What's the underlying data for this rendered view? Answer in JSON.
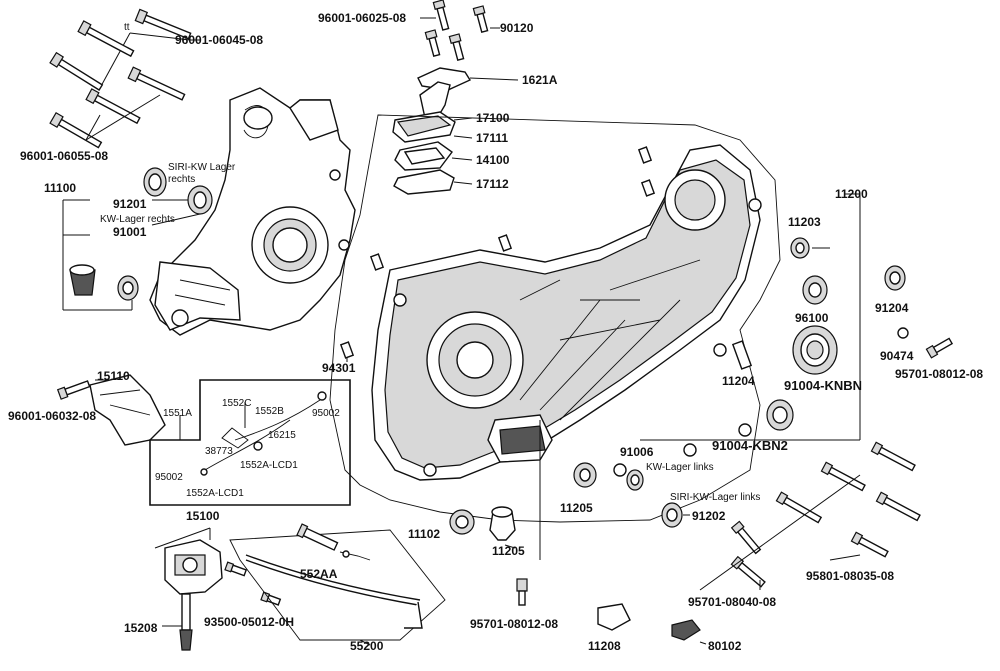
{
  "labels": {
    "p96001_06025_08": "96001-06025-08",
    "p90120": "90120",
    "p96001_06045_08": "96001-06045-08",
    "tt": "tt",
    "p1621A": "1621A",
    "p17100": "17100",
    "p17111": "17111",
    "p14100": "14100",
    "p17112": "17112",
    "p96001_06055_08": "96001-06055-08",
    "siri_kw_lager_rechts_1": "SIRI-KW Lager",
    "siri_kw_lager_rechts_2": "rechts",
    "p11100": "11100",
    "p91201": "91201",
    "kw_lager_rechts": "KW-Lager rechts",
    "p91001": "91001",
    "p11200": "11200",
    "p11203": "11203",
    "p91204": "91204",
    "p96100": "96100",
    "p90474": "90474",
    "p95701_08012_08_right": "95701-08012-08",
    "p94301": "94301",
    "p11204": "11204",
    "p91004_KNBN": "91004-KNBN",
    "p15110": "15110",
    "p96001_06032_08": "96001-06032-08",
    "p1552C": "1552C",
    "p1552B": "1552B",
    "p95002_a": "95002",
    "p1551A": "1551A",
    "p16215": "16215",
    "p38773": "38773",
    "p1552A_LCD1_a": "1552A-LCD1",
    "p95002_b": "95002",
    "p1552A_LCD1_b": "1552A-LCD1",
    "p91004_KBN2": "91004-KBN2",
    "p91006": "91006",
    "kw_lager_links": "KW-Lager links",
    "p11205_a": "11205",
    "siri_kw_lager_links": "SIRI-KW-Lager links",
    "p91202": "91202",
    "p15100": "15100",
    "p11102": "11102",
    "p11205_b": "11205",
    "p95801_08035_08": "95801-08035-08",
    "p552AA": "552AA",
    "p95701_08012_08_bottom": "95701-08012-08",
    "p95701_08040_08": "95701-08040-08",
    "p15208": "15208",
    "p93500_05012_0H": "93500-05012-0H",
    "p11208": "11208",
    "p80102": "80102",
    "p55200": "55200"
  }
}
